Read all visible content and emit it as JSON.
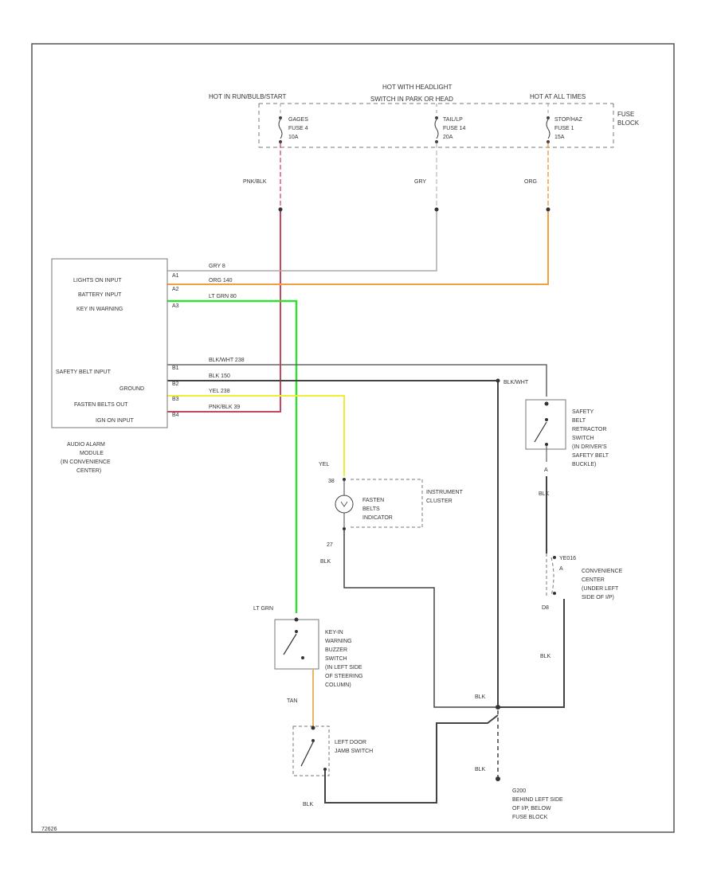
{
  "colors": {
    "frame": "#555555",
    "wire_black": "#444444",
    "wire_gray": "#aaaaaa",
    "wire_pink": "#e05a8a",
    "wire_red": "#c4475f",
    "wire_orange": "#f5a040",
    "wire_green": "#33dd33",
    "wire_yellow": "#eeee33",
    "wire_tan": "#e8b46a"
  },
  "fuse_block": {
    "hot_left": "HOT IN RUN/BULB/START",
    "hot_mid_1": "HOT WITH HEADLIGHT",
    "hot_mid_2": "SWITCH IN PARK OR HEAD",
    "hot_right": "HOT AT ALL TIMES",
    "label_1": "FUSE",
    "label_2": "BLOCK",
    "fuse_left": [
      "GAGES",
      "FUSE 4",
      "10A"
    ],
    "fuse_mid": [
      "TAIL/LP",
      "FUSE 14",
      "20A"
    ],
    "fuse_right": [
      "STOP/HAZ",
      "FUSE 1",
      "15A"
    ]
  },
  "wire_labels": {
    "pnk_blk": "PNK/BLK",
    "gry": "GRY",
    "org": "ORG",
    "yel": "YEL",
    "lt_grn": "LT GRN",
    "tan": "TAN",
    "blk_inst": "BLK",
    "blk_belt": "BLK",
    "blk_conn": "BLK",
    "blk_splice": "BLK",
    "blk_ground": "BLK",
    "blk_door": "BLK",
    "blk_wht": "BLK/WHT"
  },
  "module": {
    "inputs_top": [
      "LIGHTS ON INPUT",
      "BATTERY INPUT",
      "KEY IN WARNING"
    ],
    "inputs_bottom": [
      "SAFETY BELT INPUT",
      "GROUND",
      "FASTEN BELTS OUT",
      "IGN ON INPUT"
    ],
    "pins": [
      "A1",
      "A2",
      "A3",
      "B1",
      "B2",
      "B3",
      "B4"
    ],
    "wire_codes": [
      "GRY  8",
      "ORG  140",
      "LT GRN  80",
      "BLK/WHT  238",
      "BLK  150",
      "YEL  238",
      "PNK/BLK  39"
    ],
    "caption": [
      "AUDIO ALARM",
      "MODULE",
      "(IN CONVENIENCE",
      "CENTER)"
    ]
  },
  "safety_belt_switch": [
    "SAFETY",
    "BELT",
    "RETRACTOR",
    "SWITCH",
    "(IN DRIVER'S",
    "SAFETY BELT",
    "BUCKLE)"
  ],
  "instrument_cluster": {
    "pin_top": "38",
    "pin_bottom": "27",
    "lamp": [
      "FASTEN",
      "BELTS",
      "INDICATOR"
    ],
    "name": [
      "INSTRUMENT",
      "CLUSTER"
    ]
  },
  "connector": {
    "id": "YE016",
    "pin_top": "A",
    "pin_bottom": "D8",
    "desc": [
      "CONVENIENCE",
      "CENTER",
      "(UNDER LEFT",
      "SIDE OF I/P)"
    ]
  },
  "key_switch": [
    "KEY-IN",
    "WARNING",
    "BUZZER",
    "SWITCH",
    "(IN LEFT SIDE",
    "OF STEERING",
    "COLUMN)"
  ],
  "door_switch": [
    "LEFT DOOR",
    "JAMB SWITCH"
  ],
  "ground": {
    "id": "G200",
    "desc": [
      "BEHIND LEFT SIDE",
      "OF I/P, BELOW",
      "FUSE BLOCK"
    ]
  },
  "belt_pin": "A",
  "figure_id": "72626"
}
